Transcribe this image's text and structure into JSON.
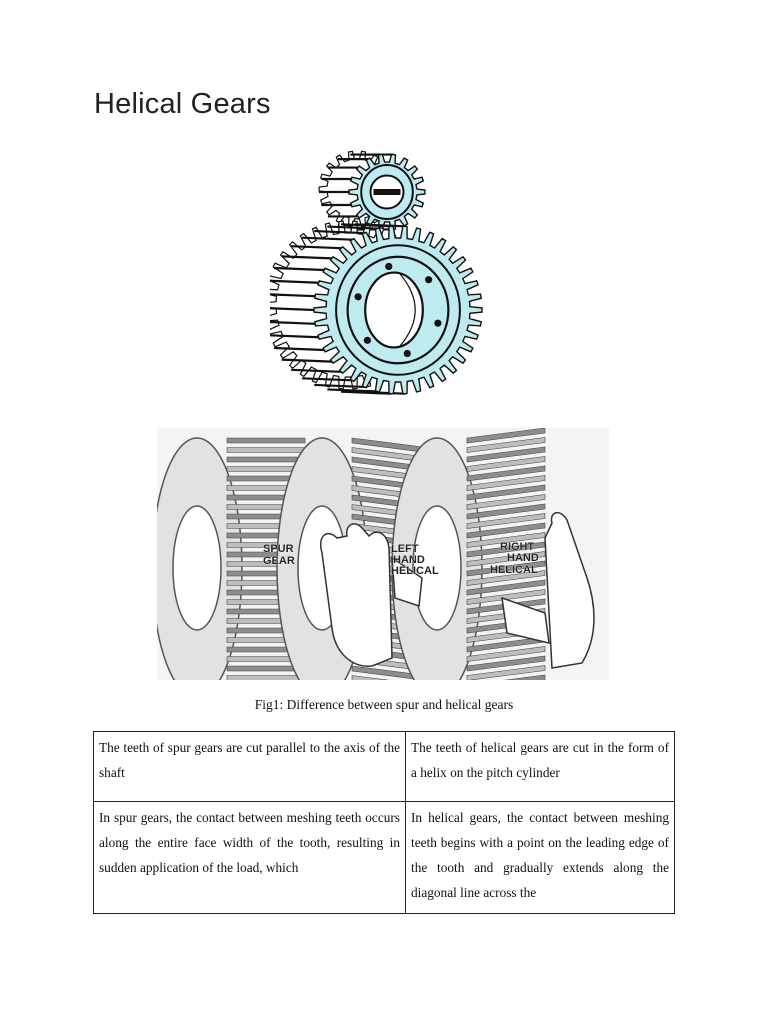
{
  "page": {
    "title": "Helical Gears",
    "figure_labels": {
      "spur": [
        "SPUR",
        "GEAR"
      ],
      "left": [
        "LEFT",
        "HAND",
        "HELICAL"
      ],
      "right": [
        "RIGHT",
        "HAND",
        "HELICAL"
      ]
    },
    "caption": "Fig1: Difference between spur and helical gears",
    "table": {
      "rows": [
        [
          "The teeth of spur gears are cut parallel to the axis of the shaft",
          "The teeth of helical gears are cut in the form of a helix on the pitch cylinder"
        ],
        [
          "In spur gears, the contact between meshing teeth occurs along the entire face width of the tooth, resulting in sudden application of the load, which",
          "In helical gears, the contact between meshing teeth begins with a point on the leading edge of the tooth and gradually extends along the diagonal line across the"
        ]
      ]
    }
  },
  "colors": {
    "gear_fill": "#bdebef",
    "ink": "#111111"
  }
}
